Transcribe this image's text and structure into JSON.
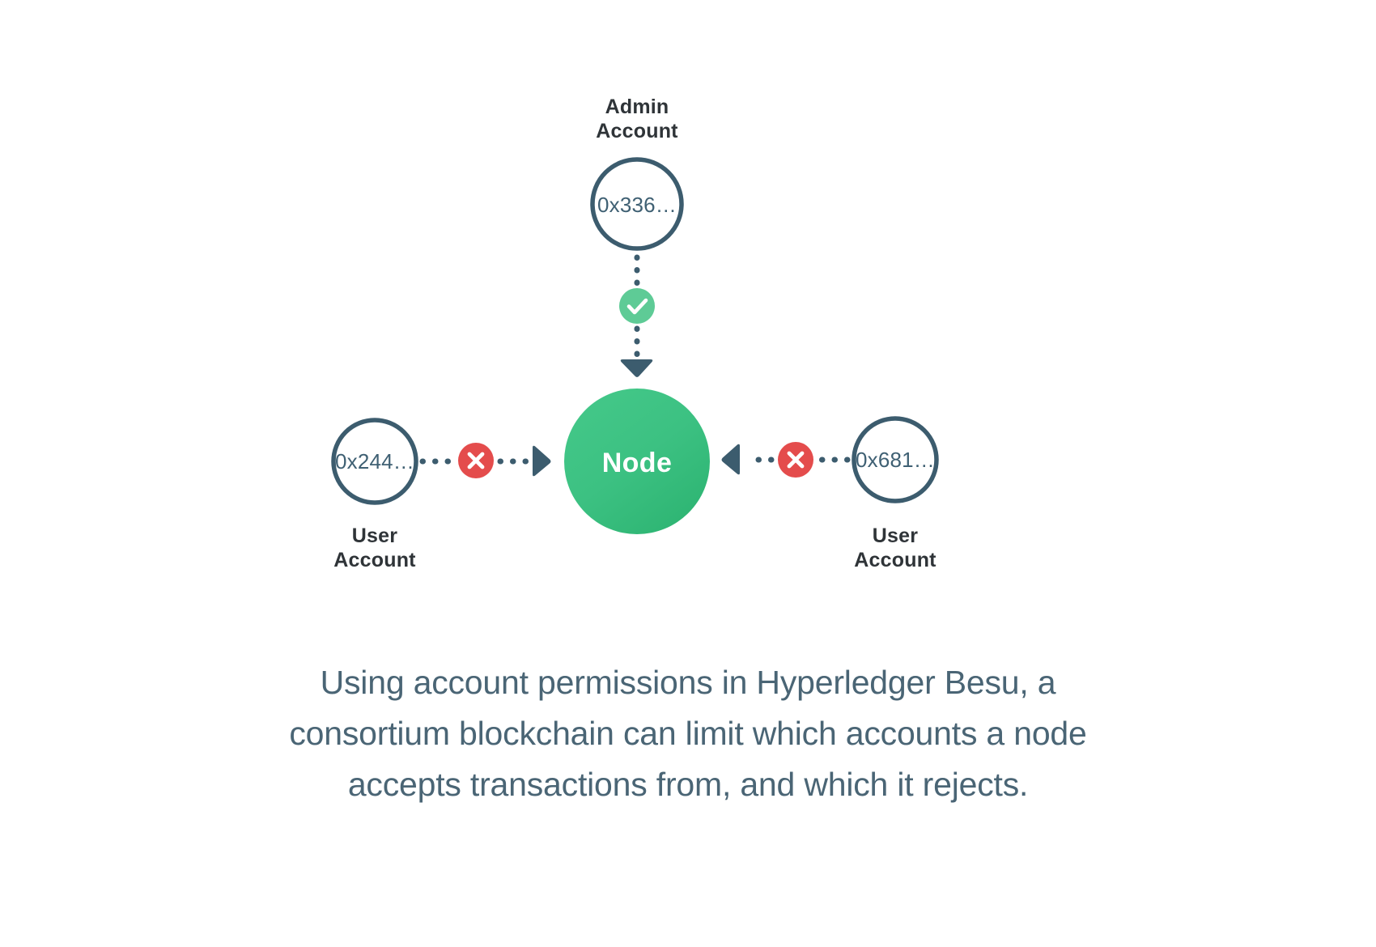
{
  "diagram": {
    "title": "Account permissions in Hyperledger Besu",
    "admin": {
      "label_line1": "Admin",
      "label_line2": "Account",
      "address": "0x336…",
      "status": "allowed",
      "status_icon": "check-icon"
    },
    "node": {
      "label": "Node"
    },
    "left_user": {
      "label_line1": "User",
      "label_line2": "Account",
      "address": "0x244…",
      "status": "rejected",
      "status_icon": "x-icon",
      "direction": "to-node"
    },
    "right_user": {
      "label_line1": "User",
      "label_line2": "Account",
      "address": "0x681…",
      "status": "rejected",
      "status_icon": "x-icon",
      "direction": "to-node"
    }
  },
  "caption": {
    "line1": "Using account permissions in Hyperledger Besu, a",
    "line2": "consortium blockchain can limit which accounts a node",
    "line3": "accepts transactions from, and which it rejects."
  },
  "colors": {
    "background": "#ffffff",
    "slate": "#3c5c6e",
    "slate_dark": "#35556a",
    "node_green_start": "#45c98a",
    "node_green_end": "#2eb573",
    "check_green": "#5ecb96",
    "reject_red": "#e44c4c",
    "label_text": "#2f3438",
    "address_text": "#3f6073",
    "caption_text": "#4a6575"
  }
}
